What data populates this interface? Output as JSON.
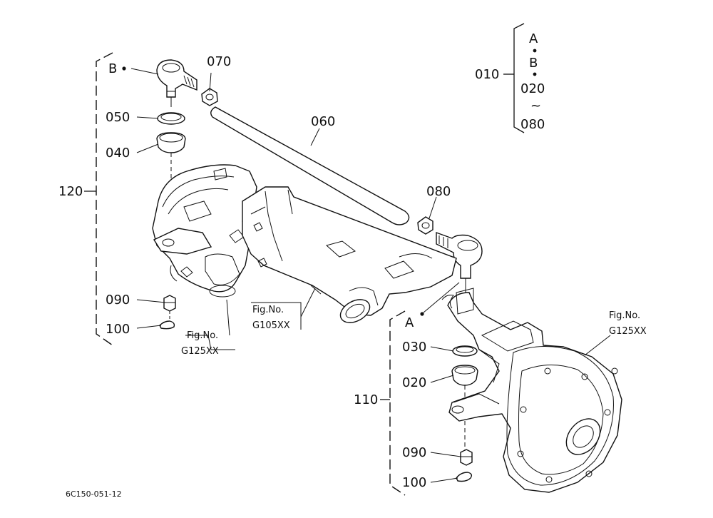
{
  "diagram": {
    "parts": {
      "p010": "010",
      "p020a": "020",
      "p020b": "020",
      "p030": "030",
      "p040": "040",
      "p050": "050",
      "p060": "060",
      "p070": "070",
      "p080a": "080",
      "p080b": "080",
      "p090a": "090",
      "p090b": "090",
      "p100a": "100",
      "p100b": "100",
      "p110": "110",
      "p120": "120"
    },
    "points": {
      "a_top": "A",
      "b_top": "B",
      "a_point": "A",
      "b_point": "B"
    },
    "tilde": "~",
    "figrefs": {
      "left_label": "Fig.No.",
      "left_code": "G125XX",
      "mid_label": "Fig.No.",
      "mid_code": "G105XX",
      "right_label": "Fig.No.",
      "right_code": "G125XX"
    },
    "drawing_code": "6C150-051-12"
  }
}
